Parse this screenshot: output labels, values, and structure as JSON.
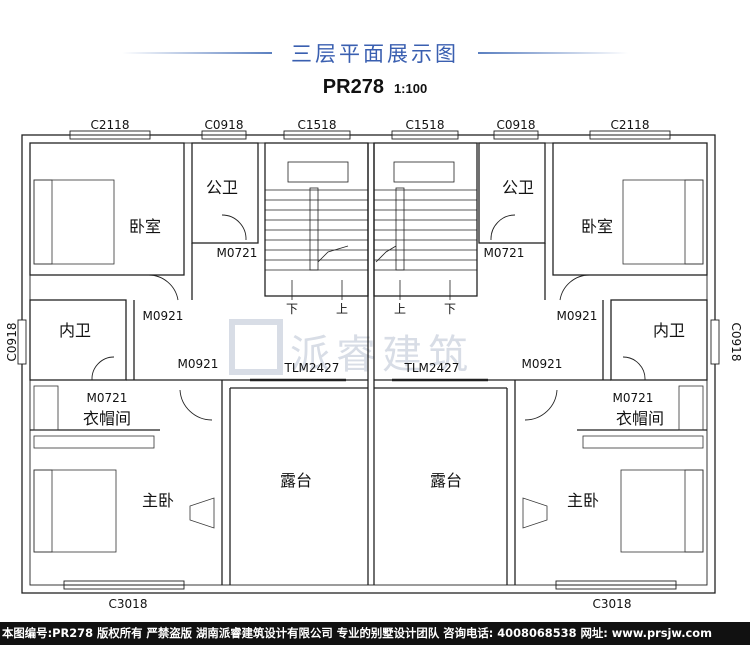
{
  "title": "三层平面展示图",
  "plan_code": "PR278",
  "scale": "1:100",
  "watermark": "派睿建筑",
  "rooms": {
    "bedroom": "卧室",
    "public_bath": "公卫",
    "inner_bath": "内卫",
    "closet": "衣帽间",
    "master_bedroom": "主卧",
    "terrace": "露台"
  },
  "windows": {
    "c2118": "C2118",
    "c0918": "C0918",
    "c1518": "C1518",
    "c3018": "C3018"
  },
  "doors": {
    "m0721": "M0721",
    "m0921": "M0921",
    "tlm2427": "TLM2427"
  },
  "stairs": {
    "down": "下",
    "up": "上"
  },
  "footer": "本图编号:PR278 版权所有 严禁盗版 湖南派睿建筑设计有限公司 专业的别墅设计团队 咨询电话: 4008068538 网址: www.prsjw.com"
}
